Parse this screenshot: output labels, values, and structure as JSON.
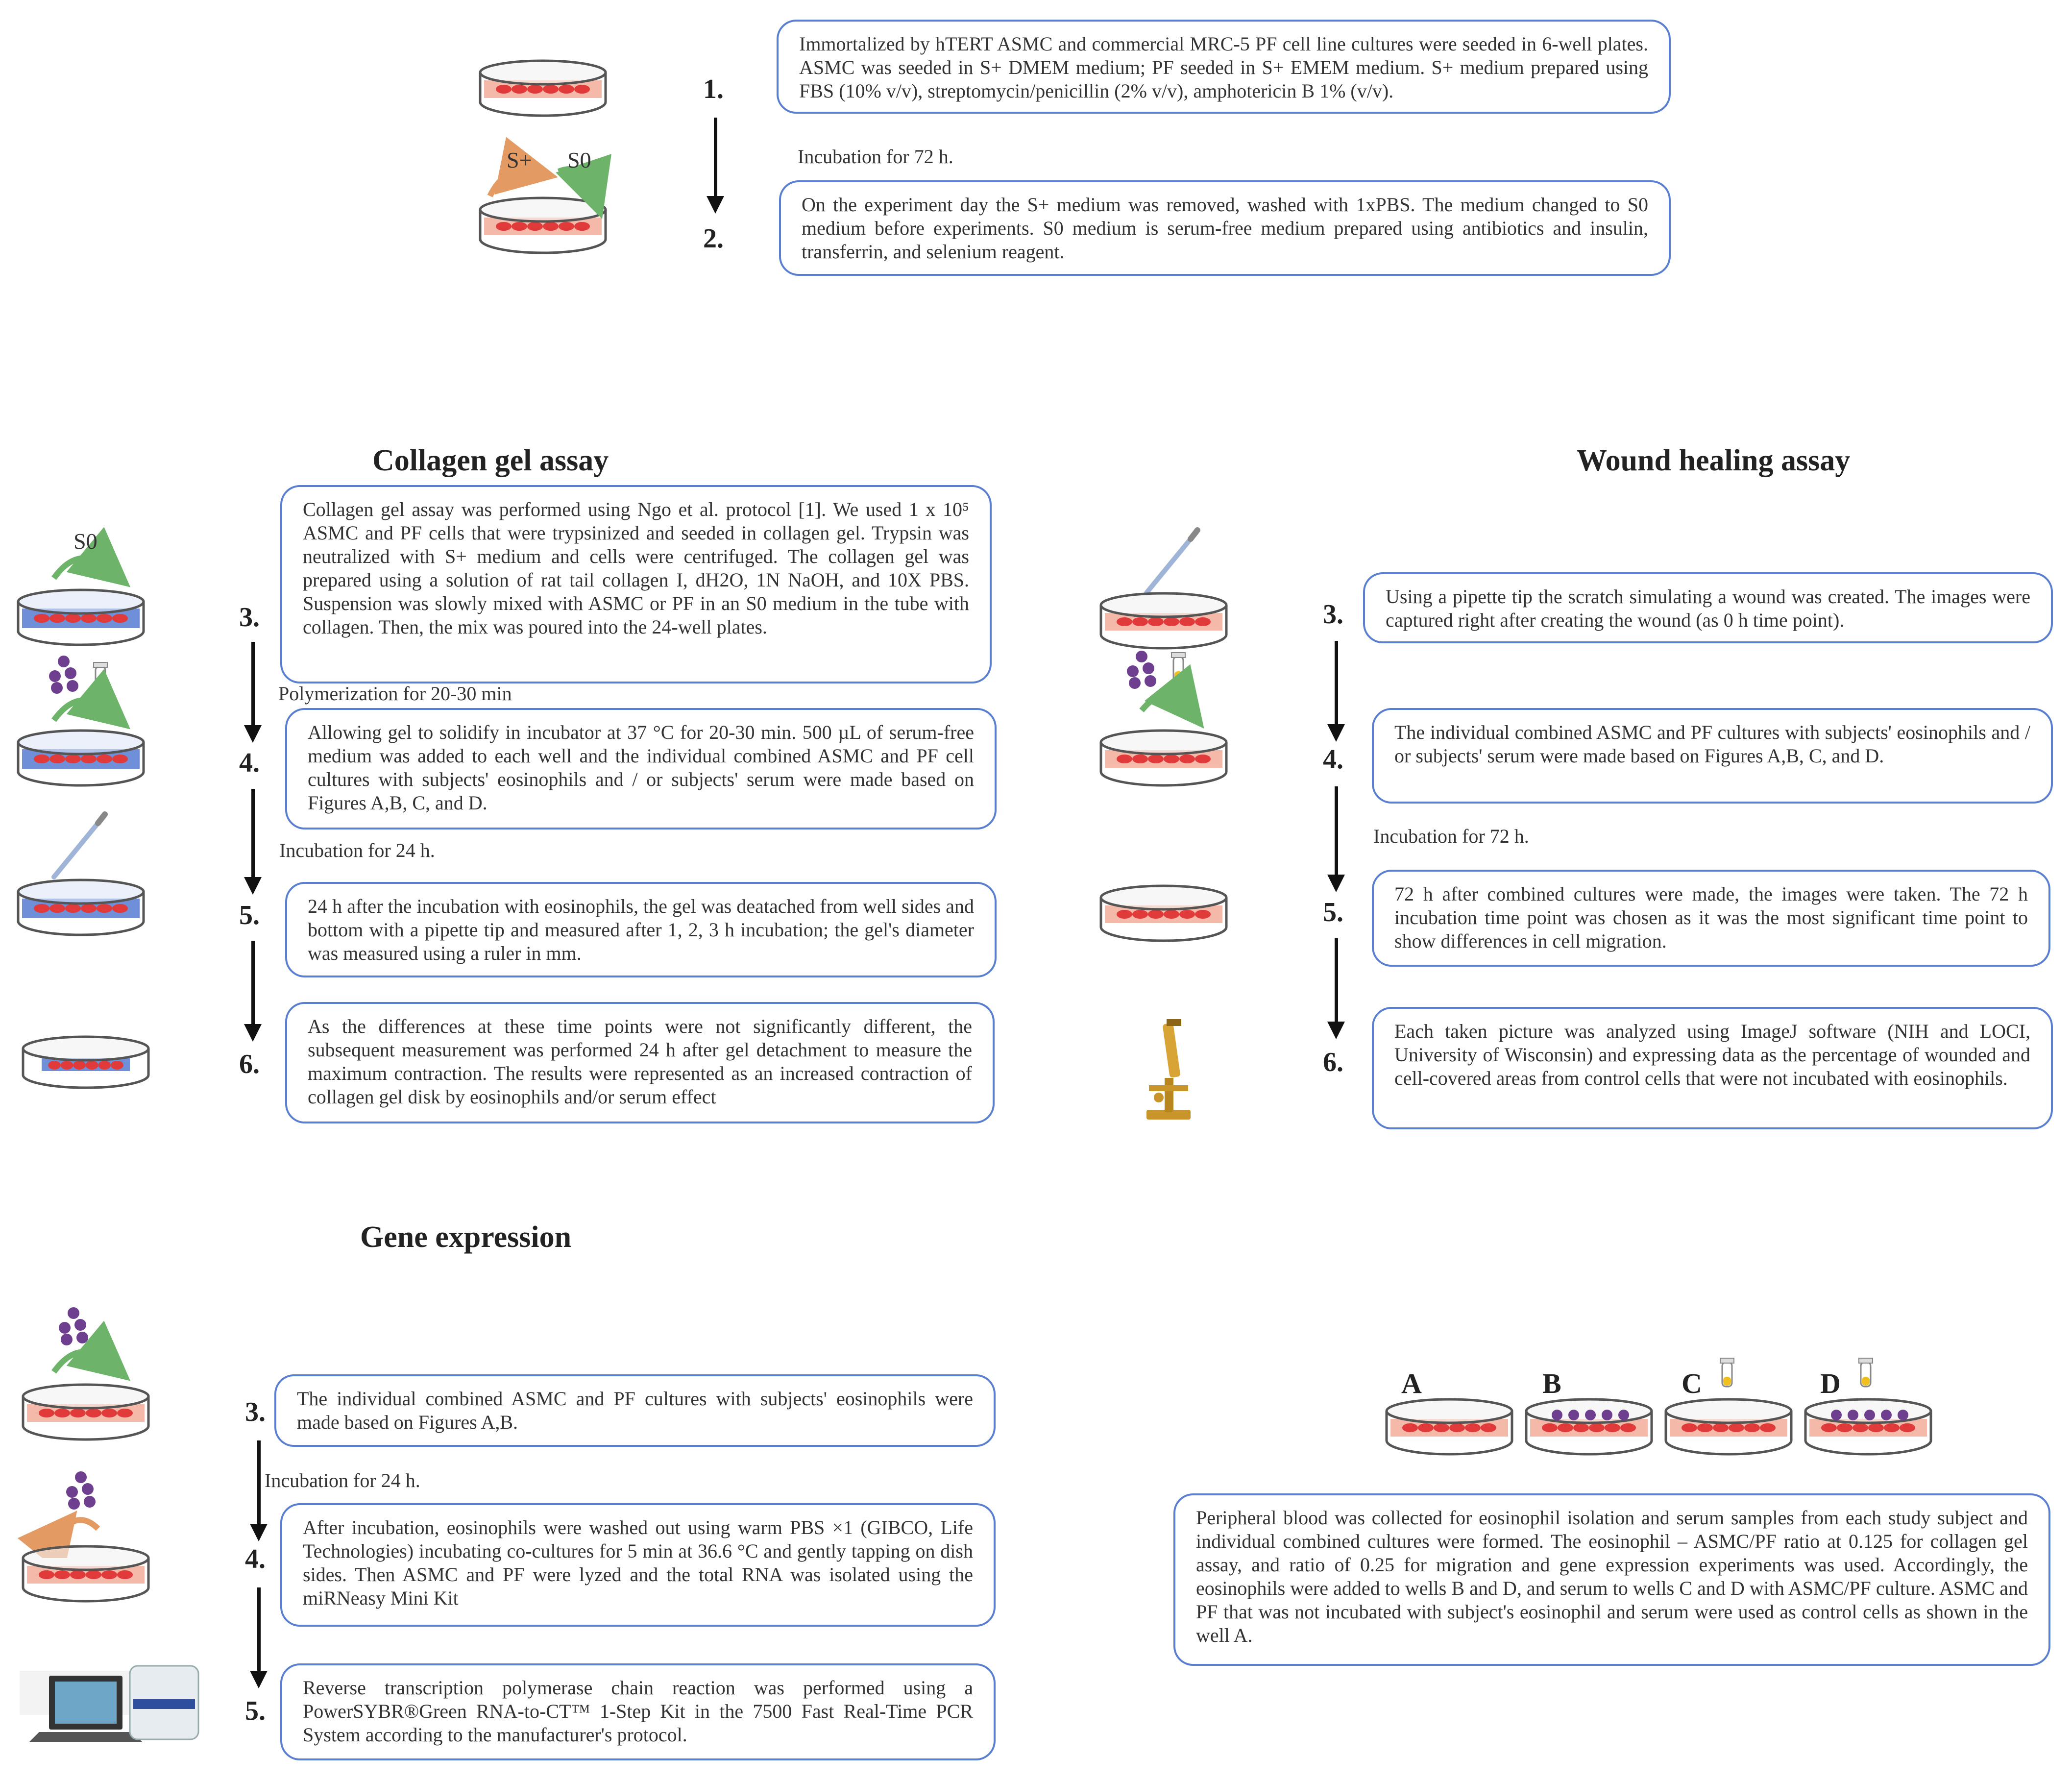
{
  "top": {
    "step1": {
      "num": "1.",
      "text": "Immortalized by hTERT ASMC and commercial MRC-5 PF cell line cultures were seeded in 6-well plates. ASMC was seeded in S+ DMEM medium; PF seeded in S+ EMEM medium. S+ medium prepared using FBS (10% v/v), streptomycin/penicillin (2% v/v), amphotericin B 1% (v/v)."
    },
    "incubation": "Incubation for 72 h.",
    "step2": {
      "num": "2.",
      "text": "On the experiment day the S+ medium was removed, washed with 1xPBS. The medium changed to S0 medium before experiments. S0 medium is serum-free medium prepared using antibiotics and insulin, transferrin, and selenium reagent."
    },
    "label_splus": "S+",
    "label_s0": "S0"
  },
  "collagen": {
    "heading": "Collagen gel assay",
    "label_s0": "S0",
    "steps": [
      {
        "num": "3.",
        "text": "Collagen gel assay was performed using Ngo et al. protocol [1]. We used 1 x 10⁵ ASMC and PF cells that were trypsinized and seeded in collagen gel. Trypsin was neutralized with S+ medium and cells were centrifuged. The collagen gel was prepared using a solution of rat tail collagen I, dH2O, 1N NaOH, and 10X PBS. Suspension was slowly mixed with ASMC or PF in an S0 medium in the tube with collagen. Then, the mix was poured into the 24-well plates."
      },
      {
        "num": "4.",
        "text": "Allowing gel to solidify in incubator at 37 °C for 20-30 min. 500 µL of serum-free medium was added to each well and the individual combined ASMC and PF cell cultures with subjects' eosinophils and / or subjects' serum were made based on Figures A,B, C, and D."
      },
      {
        "num": "5.",
        "text": "24 h after the incubation with eosinophils, the gel was deatached from well sides and bottom with a pipette tip and measured after 1, 2, 3 h incubation; the gel's diameter was measured using a ruler in mm."
      },
      {
        "num": "6.",
        "text": "As the differences at these time points were not significantly different, the subsequent measurement was performed 24 h after gel detachment to measure the maximum contraction. The results were represented as an increased contraction of collagen gel disk by eosinophils and/or serum effect"
      }
    ],
    "note1": "Polymerization for 20-30 min",
    "note2": "Incubation for 24 h."
  },
  "wound": {
    "heading": "Wound healing assay",
    "steps": [
      {
        "num": "3.",
        "text": "Using a pipette tip the scratch simulating a wound was created. The images were captured right after creating the wound (as 0 h time point)."
      },
      {
        "num": "4.",
        "text": "The individual combined ASMC and PF cultures with subjects' eosinophils and / or subjects' serum were made based on Figures A,B, C, and D."
      },
      {
        "num": "5.",
        "text": "72 h after combined cultures were made, the images were taken. The 72 h incubation time point was chosen as it was the most significant time point to show differences in cell migration."
      },
      {
        "num": "6.",
        "text": "Each taken picture was analyzed using ImageJ software (NIH and LOCI, University of Wisconsin) and expressing data as the percentage of wounded and cell-covered areas from control cells that were not incubated with eosinophils."
      }
    ],
    "note1": "Incubation for 72 h."
  },
  "gene": {
    "heading": "Gene expression",
    "steps": [
      {
        "num": "3.",
        "text": "The individual combined ASMC and PF cultures with subjects' eosinophils were made based on Figures A,B."
      },
      {
        "num": "4.",
        "text": "After incubation, eosinophils were washed out using warm PBS ×1 (GIBCO, Life Technologies) incubating co-cultures for 5 min at 36.6 °C and gently tapping on dish sides. Then ASMC and PF were lyzed and the total RNA was isolated using the miRNeasy Mini Kit"
      },
      {
        "num": "5.",
        "text": "Reverse transcription polymerase chain reaction was performed using a PowerSYBR®Green RNA-to-CT™ 1-Step Kit in the 7500 Fast Real-Time PCR System according to the manufacturer's protocol."
      }
    ],
    "note1": "Incubation for 24 h."
  },
  "wells": {
    "labels": [
      "A",
      "B",
      "C",
      "D"
    ],
    "text": "Peripheral blood was collected for eosinophil isolation and serum samples from each study subject and individual combined cultures were formed. The eosinophil – ASMC/PF ratio at 0.125 for collagen gel assay, and ratio of 0.25 for migration and gene expression experiments was used. Accordingly, the eosinophils were added to wells B and D, and serum to wells C and D with ASMC/PF culture. ASMC and PF that was not incubated with subject's eosinophil and serum were used as control cells as shown in the well A."
  },
  "colors": {
    "box_border": "#5b7fd0",
    "dish_pink": "#f4b9a9",
    "dish_red": "#e03a3a",
    "collagen_blue": "#6f8fd8",
    "arrow_green": "#6db36a",
    "arrow_orange": "#e39a63",
    "eosinophil_purple": "#6e3f8f",
    "serum_yellow": "#f0c020"
  }
}
